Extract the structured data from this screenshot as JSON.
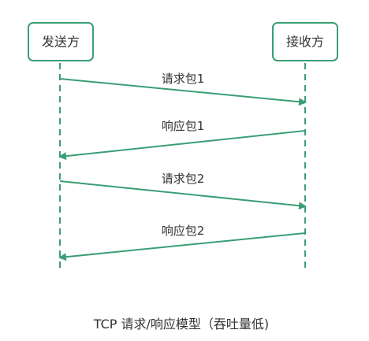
{
  "participants": {
    "sender": "发送方",
    "receiver": "接收方"
  },
  "messages": [
    {
      "label": "请求包1",
      "direction": "sender-to-receiver"
    },
    {
      "label": "响应包1",
      "direction": "receiver-to-sender"
    },
    {
      "label": "请求包2",
      "direction": "sender-to-receiver"
    },
    {
      "label": "响应包2",
      "direction": "receiver-to-sender"
    }
  ],
  "caption": "TCP 请求/响应模型（吞吐量低)",
  "colors": {
    "accent": "#3a9e74",
    "text": "#333333"
  }
}
